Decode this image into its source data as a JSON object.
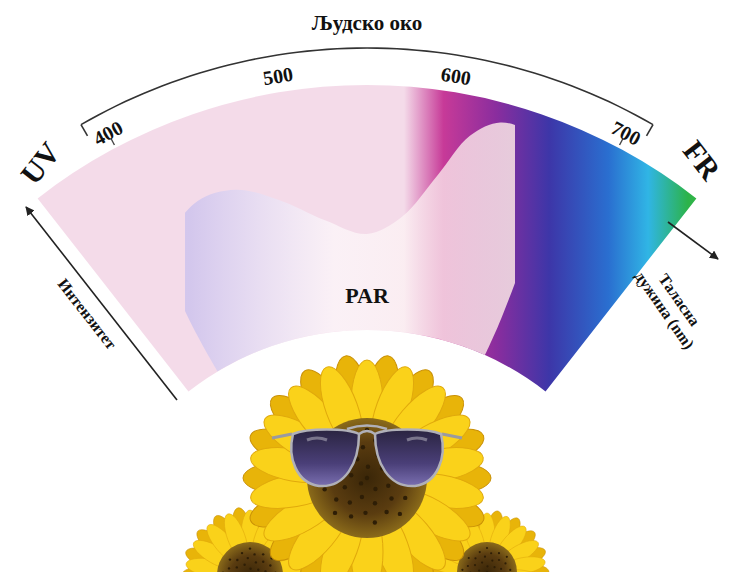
{
  "diagram": {
    "nodes": [
      {
        "text": [
          "PAR"
        ]
      }
    ],
    "labels": [
      "Људско око",
      "400",
      "500",
      "600",
      "700",
      "UV",
      "FR",
      "Интензитет",
      "Таласна дужина (nm)"
    ]
  }
}
